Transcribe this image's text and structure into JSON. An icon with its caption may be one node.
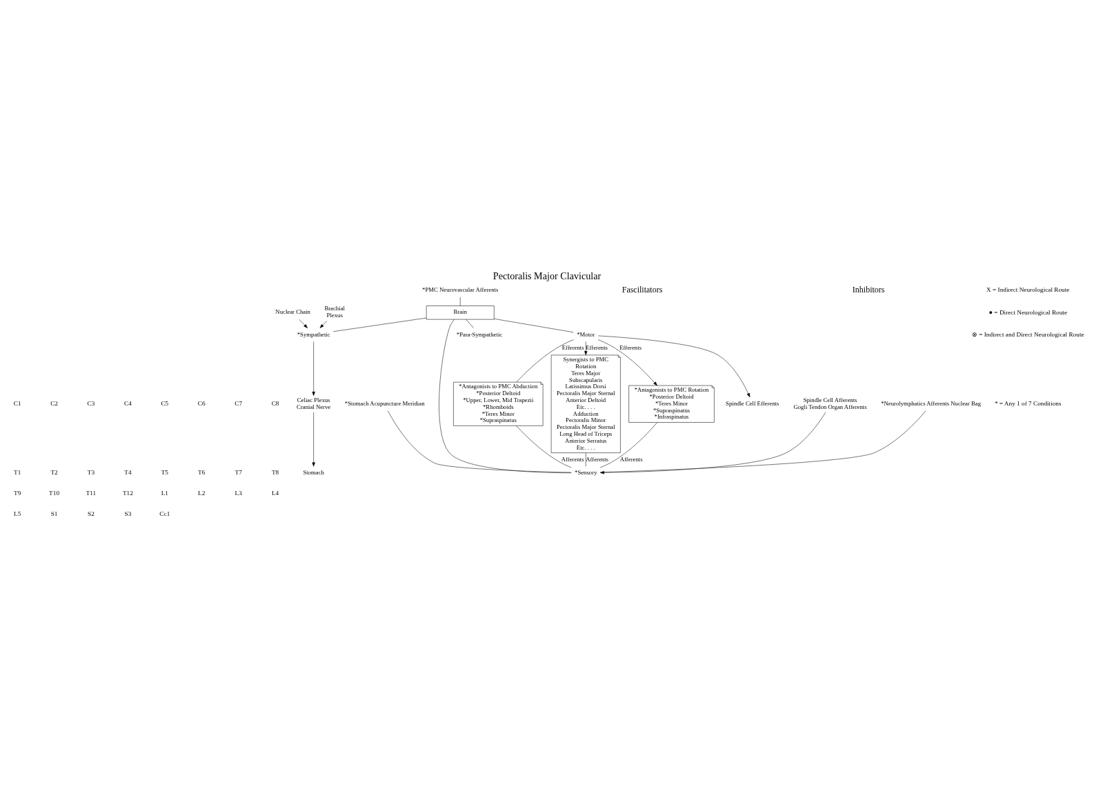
{
  "diagram": {
    "title": "Pectoralis Major Clavicular",
    "nodes": [
      {
        "text": [
          "Brain"
        ]
      },
      {
        "text": [
          "Spindle Cell Afferents",
          "Gogli Tendon Organ Afferents"
        ]
      },
      {
        "text": [
          "Spindle Cell Efferents"
        ]
      },
      {
        "text": [
          "Synergists to PMC",
          "Rotation",
          "Teres Major",
          "Subscapularis",
          "Latissimus Dorsi",
          "Pectoralis Major Sternal",
          "Anterior Deltoid",
          "Etc. . . .",
          "Adduction",
          "Pectoralis Minor",
          "Pectoralis Major Sternal",
          "Long Head of Triceps",
          "Anterior Serratus",
          "Etc. . . ."
        ]
      },
      {
        "text": [
          "*Antagonists to PMC Rotation",
          "*Posterior Deltoid",
          "*Teres Minor",
          "*Supraspinatus",
          "*Infraspinatus"
        ]
      },
      {
        "text": [
          "*Antagonists to PMC Abduction",
          "*Posterior Deltoid",
          "*Upper, Lower, Mid Trapezii",
          "*Rhomboids",
          "*Teres Minor",
          "*Supraspinatus"
        ]
      },
      {
        "text": [
          "*Motor"
        ]
      },
      {
        "text": [
          "*Sensory"
        ]
      },
      {
        "text": [
          "*Para-Sympathetic"
        ]
      },
      {
        "text": [
          "*Sympathetic"
        ]
      },
      {
        "text": [
          "*PMC Neurovascular Afferents"
        ]
      },
      {
        "text": [
          "*Neurolymphatics Afferents Nuclear Bag"
        ]
      },
      {
        "text": [
          "*Stomach Acupuncture Meridian"
        ]
      },
      {
        "text": [
          "Nuclear Chain"
        ]
      },
      {
        "text": [
          "Brachial",
          "Plexus"
        ]
      },
      {
        "text": [
          "Celiac Plexus",
          "Cranial Nerve"
        ]
      },
      {
        "text": [
          "Stomach"
        ]
      }
    ],
    "edges": [
      {
        "from": 0,
        "to": 6,
        "arrow": "none"
      },
      {
        "from": 0,
        "to": 7,
        "arrow": "none"
      },
      {
        "from": 0,
        "to": 8,
        "arrow": "none"
      },
      {
        "from": 0,
        "to": 9,
        "arrow": "none"
      },
      {
        "from": 10,
        "to": 0,
        "arrow": "none"
      },
      {
        "from": 1,
        "to": 7,
        "arrow": "to"
      },
      {
        "from": 6,
        "to": 2,
        "arrow": "to"
      },
      {
        "from": 6,
        "to": 3,
        "label": "Efferents",
        "arrow": "to"
      },
      {
        "from": 3,
        "to": 7,
        "label": "Afferents",
        "arrow": "none"
      },
      {
        "from": 6,
        "to": 4,
        "label": "Efferents",
        "arrow": "to"
      },
      {
        "from": 4,
        "to": 7,
        "label": "Afferents",
        "arrow": "none"
      },
      {
        "from": 6,
        "to": 5,
        "label": "Efferents",
        "arrow": "none"
      },
      {
        "from": 5,
        "to": 7,
        "label": "Afferents",
        "arrow": "none"
      },
      {
        "from": 11,
        "to": 7,
        "arrow": "none"
      },
      {
        "from": 12,
        "to": 7,
        "arrow": "none"
      },
      {
        "from": 13,
        "to": 9,
        "arrow": "to"
      },
      {
        "from": 14,
        "to": 9,
        "arrow": "to"
      },
      {
        "from": 9,
        "to": 15,
        "arrow": "to"
      },
      {
        "from": 15,
        "to": 16,
        "arrow": "to"
      }
    ],
    "labels": [
      "Fascilitators",
      "Inhibitors",
      "C1",
      "C2",
      "C3",
      "C4",
      "C5",
      "C6",
      "C7",
      "C8",
      "T1",
      "T2",
      "T3",
      "T4",
      "T5",
      "T6",
      "T7",
      "T8",
      "T9",
      "T10",
      "T11",
      "T12",
      "L1",
      "L2",
      "L3",
      "L4",
      "L5",
      "S1",
      "S2",
      "S3",
      "Cc1"
    ],
    "legend": [
      {
        "text": "X = Indirect Neurological Route"
      },
      {
        "text": "● = Direct Neurological Route"
      },
      {
        "text": "⊗ = Indirect and Direct Neurological Route"
      },
      {
        "text": "* = Any 1 of 7 Conditions"
      }
    ]
  }
}
